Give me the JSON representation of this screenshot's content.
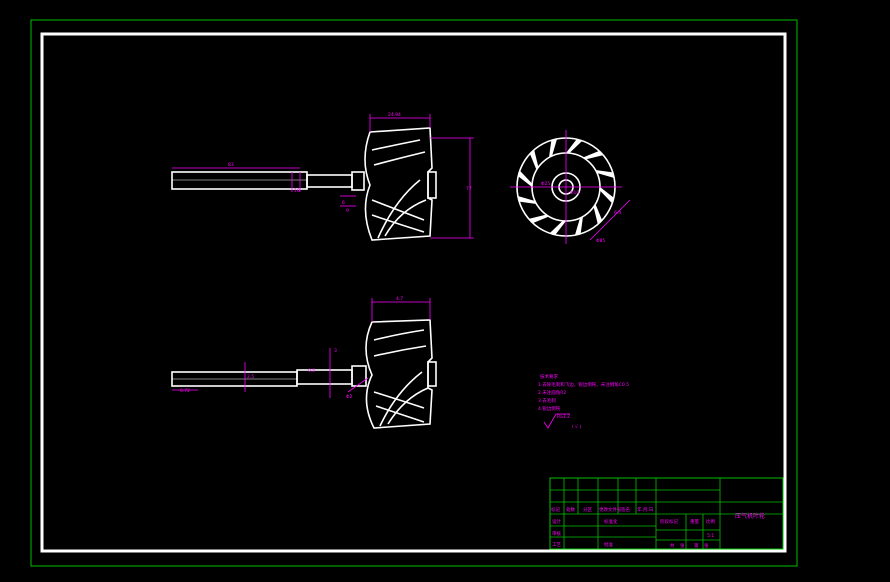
{
  "drawing": {
    "technical_requirements": {
      "title": "技术要求",
      "items": [
        "1.去除毛刺和飞边，锐边倒钝、未注倒角C0.5",
        "2.未注圆角R2",
        "3.去毛刺",
        "4.锐边倒钝"
      ],
      "surface_mark": "Ra3.2",
      "surface_paren": "( √ )"
    },
    "front_view": {
      "dims": [
        "24.94",
        "83",
        "77",
        "16",
        "6",
        "9"
      ]
    },
    "side_view": {
      "dims": [
        "Φ25",
        "Φ10",
        "Φ85",
        "6.4"
      ]
    },
    "bottom_view": {
      "dims": [
        "4.7",
        "2.5",
        "3",
        "0.5",
        "6.72",
        "Φ2"
      ]
    },
    "title_block": {
      "part_name": "压气机叶轮",
      "header_labels": [
        "标记",
        "处数",
        "分区",
        "更改文件号",
        "签名",
        "年.月.日"
      ],
      "row_labels": [
        "设计",
        "审核",
        "工艺"
      ],
      "stage_label": "阶段标记",
      "weight_label": "重量",
      "scale_label": "比例",
      "scale_value": "5:1",
      "std_label": "标准化",
      "approve_label": "批准",
      "sheet_labels": [
        "共",
        "张",
        "第",
        "张"
      ]
    }
  },
  "colors": {
    "outline": "#ffffff",
    "dimension": "#ff00ff",
    "frame": "#00c000",
    "title_line": "#00c000"
  }
}
